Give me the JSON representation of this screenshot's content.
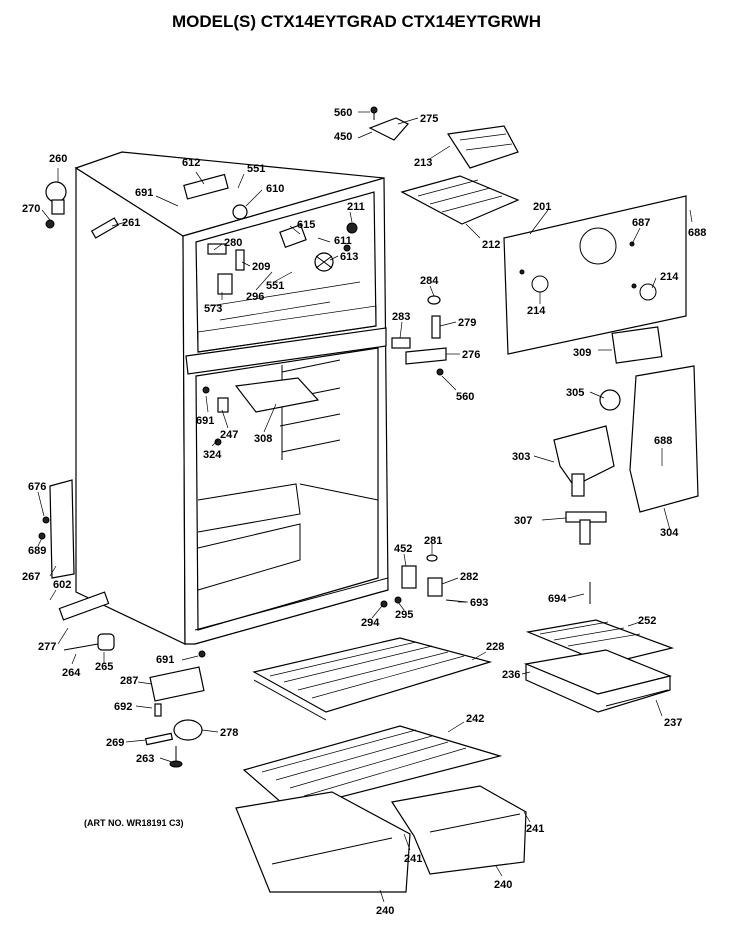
{
  "header": {
    "title": "MODEL(S) CTX14EYTGRAD  CTX14EYTGRWH",
    "art_number": "(ART NO. WR18191 C3)"
  },
  "callouts": {
    "c560a": "560",
    "c275": "275",
    "c450": "450",
    "c213": "213",
    "c260": "260",
    "c270": "270",
    "c612": "612",
    "c551a": "551",
    "c691a": "691",
    "c610": "610",
    "c211": "211",
    "c201": "201",
    "c687": "687",
    "c688a": "688",
    "c261": "261",
    "c615": "615",
    "c280": "280",
    "c611": "611",
    "c209": "209",
    "c613": "613",
    "c212": "212",
    "c214a": "214",
    "c573": "573",
    "c296": "296",
    "c551b": "551",
    "c284": "284",
    "c214b": "214",
    "c283": "283",
    "c279": "279",
    "c276": "276",
    "c309": "309",
    "c560b": "560",
    "c305": "305",
    "c691b": "691",
    "c247": "247",
    "c308": "308",
    "c324": "324",
    "c688b": "688",
    "c303": "303",
    "c676": "676",
    "c689": "689",
    "c307": "307",
    "c304": "304",
    "c281": "281",
    "c452": "452",
    "c282": "282",
    "c267": "267",
    "c602": "602",
    "c694": "694",
    "c693": "693",
    "c294": "294",
    "c295": "295",
    "c252": "252",
    "c277": "277",
    "c228": "228",
    "c264": "264",
    "c265": "265",
    "c691c": "691",
    "c236": "236",
    "c287": "287",
    "c237": "237",
    "c692": "692",
    "c242": "242",
    "c278": "278",
    "c269": "269",
    "c263": "263",
    "c241a": "241",
    "c241b": "241",
    "c240a": "240",
    "c240b": "240"
  }
}
